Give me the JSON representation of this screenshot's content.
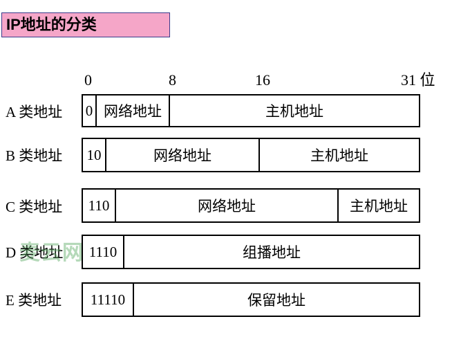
{
  "title": "IP地址的分类",
  "axis": {
    "bit_0": "0",
    "bit_8": "8",
    "bit_16": "16",
    "bit_31": "31 位"
  },
  "rows": [
    {
      "label": "A 类地址",
      "segments": [
        "0",
        "网络地址",
        "主机地址"
      ]
    },
    {
      "label": "B 类地址",
      "segments": [
        "10",
        "网络地址",
        "主机地址"
      ]
    },
    {
      "label": "C 类地址",
      "segments": [
        "110",
        "网络地址",
        "主机地址"
      ]
    },
    {
      "label": "D 类地址",
      "segments": [
        "1110",
        "组播地址"
      ]
    },
    {
      "label": "E 类地址",
      "segments": [
        "11110",
        "保留地址"
      ]
    }
  ],
  "watermark": "麦云网",
  "colors": {
    "title_bg": "#f5a6c8",
    "title_border": "#3a3a8a"
  }
}
